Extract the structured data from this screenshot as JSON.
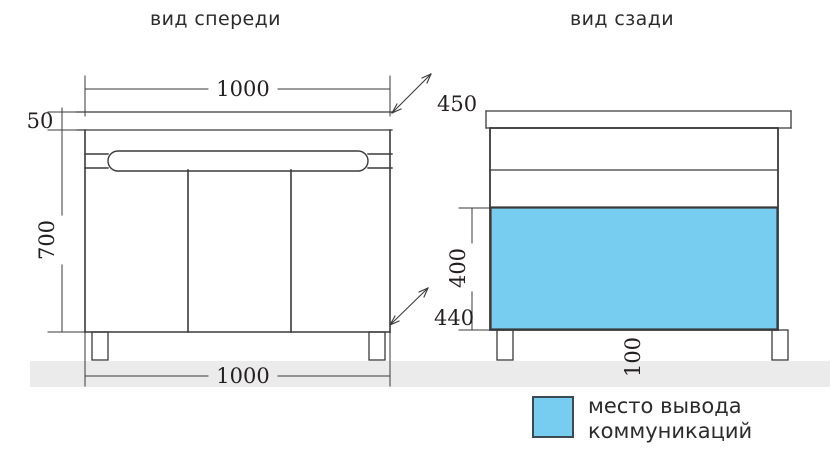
{
  "sheet": {
    "background_color": "#ffffff",
    "line_color": "#3a3a3a",
    "highlight_color": "#76cdf0",
    "floor_band_color": "#ebebeb"
  },
  "views": {
    "front": {
      "title": "вид спереди",
      "dimensions": {
        "top_width": "1000",
        "bottom_width": "1000",
        "counter_thickness": "50",
        "cabinet_height": "700",
        "depth_top": "450",
        "depth_bottom": "440"
      }
    },
    "back": {
      "title": "вид сзади",
      "dimensions": {
        "utility_zone_height": "400",
        "leg_height": "100"
      }
    }
  },
  "legend": {
    "swatch_color": "#76cdf0",
    "line1": "место вывода",
    "line2": "коммуникаций"
  }
}
